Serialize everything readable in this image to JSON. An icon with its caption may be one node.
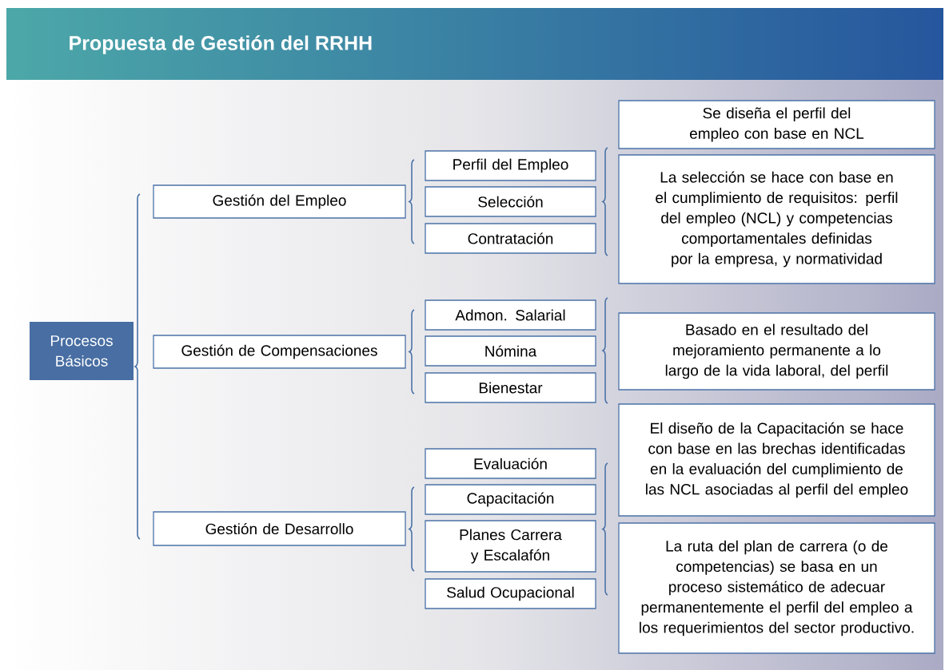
{
  "diagram": {
    "title": "Propuesta de Gestión del RRHH",
    "nodes": [
      {
        "text": [
          "Procesos Básicos"
        ]
      },
      {
        "text": [
          "Gestión del Empleo"
        ]
      },
      {
        "text": [
          "Gestión de Compensaciones"
        ]
      },
      {
        "text": [
          "Gestión de Desarrollo"
        ]
      },
      {
        "text": [
          "Perfil del Empleo"
        ]
      },
      {
        "text": [
          "Selección"
        ]
      },
      {
        "text": [
          "Contratación"
        ]
      },
      {
        "text": [
          "Admon. Salarial"
        ]
      },
      {
        "text": [
          "Nómina"
        ]
      },
      {
        "text": [
          "Bienestar"
        ]
      },
      {
        "text": [
          "Evaluación"
        ]
      },
      {
        "text": [
          "Capacitación"
        ]
      },
      {
        "text": [
          "Planes Carrera y Escalafón"
        ]
      },
      {
        "text": [
          "Salud Ocupacional"
        ]
      },
      {
        "text": [
          "Se diseña el perfil del empleo con base en NCL"
        ]
      },
      {
        "text": [
          "La selección se hace con base en el cumplimiento de requisitos: perfil del empleo (NCL) y competencias comportamentales definidas por la empresa, y normatividad"
        ]
      },
      {
        "text": [
          "Basado en el resultado del mejoramiento permanente a lo largo de la vida laboral, del perfil"
        ]
      },
      {
        "text": [
          "El diseño de la Capacitación se hace con base en las brechas identificadas en la evaluación del cumplimiento de las NCL asociadas al perfil del empleo"
        ]
      },
      {
        "text": [
          "La ruta del plan de carrera (o de competencias) se basa en un proceso sistemático de adecuar permanentemente el perfil del empleo a los requerimientos del sector productivo."
        ]
      }
    ]
  }
}
